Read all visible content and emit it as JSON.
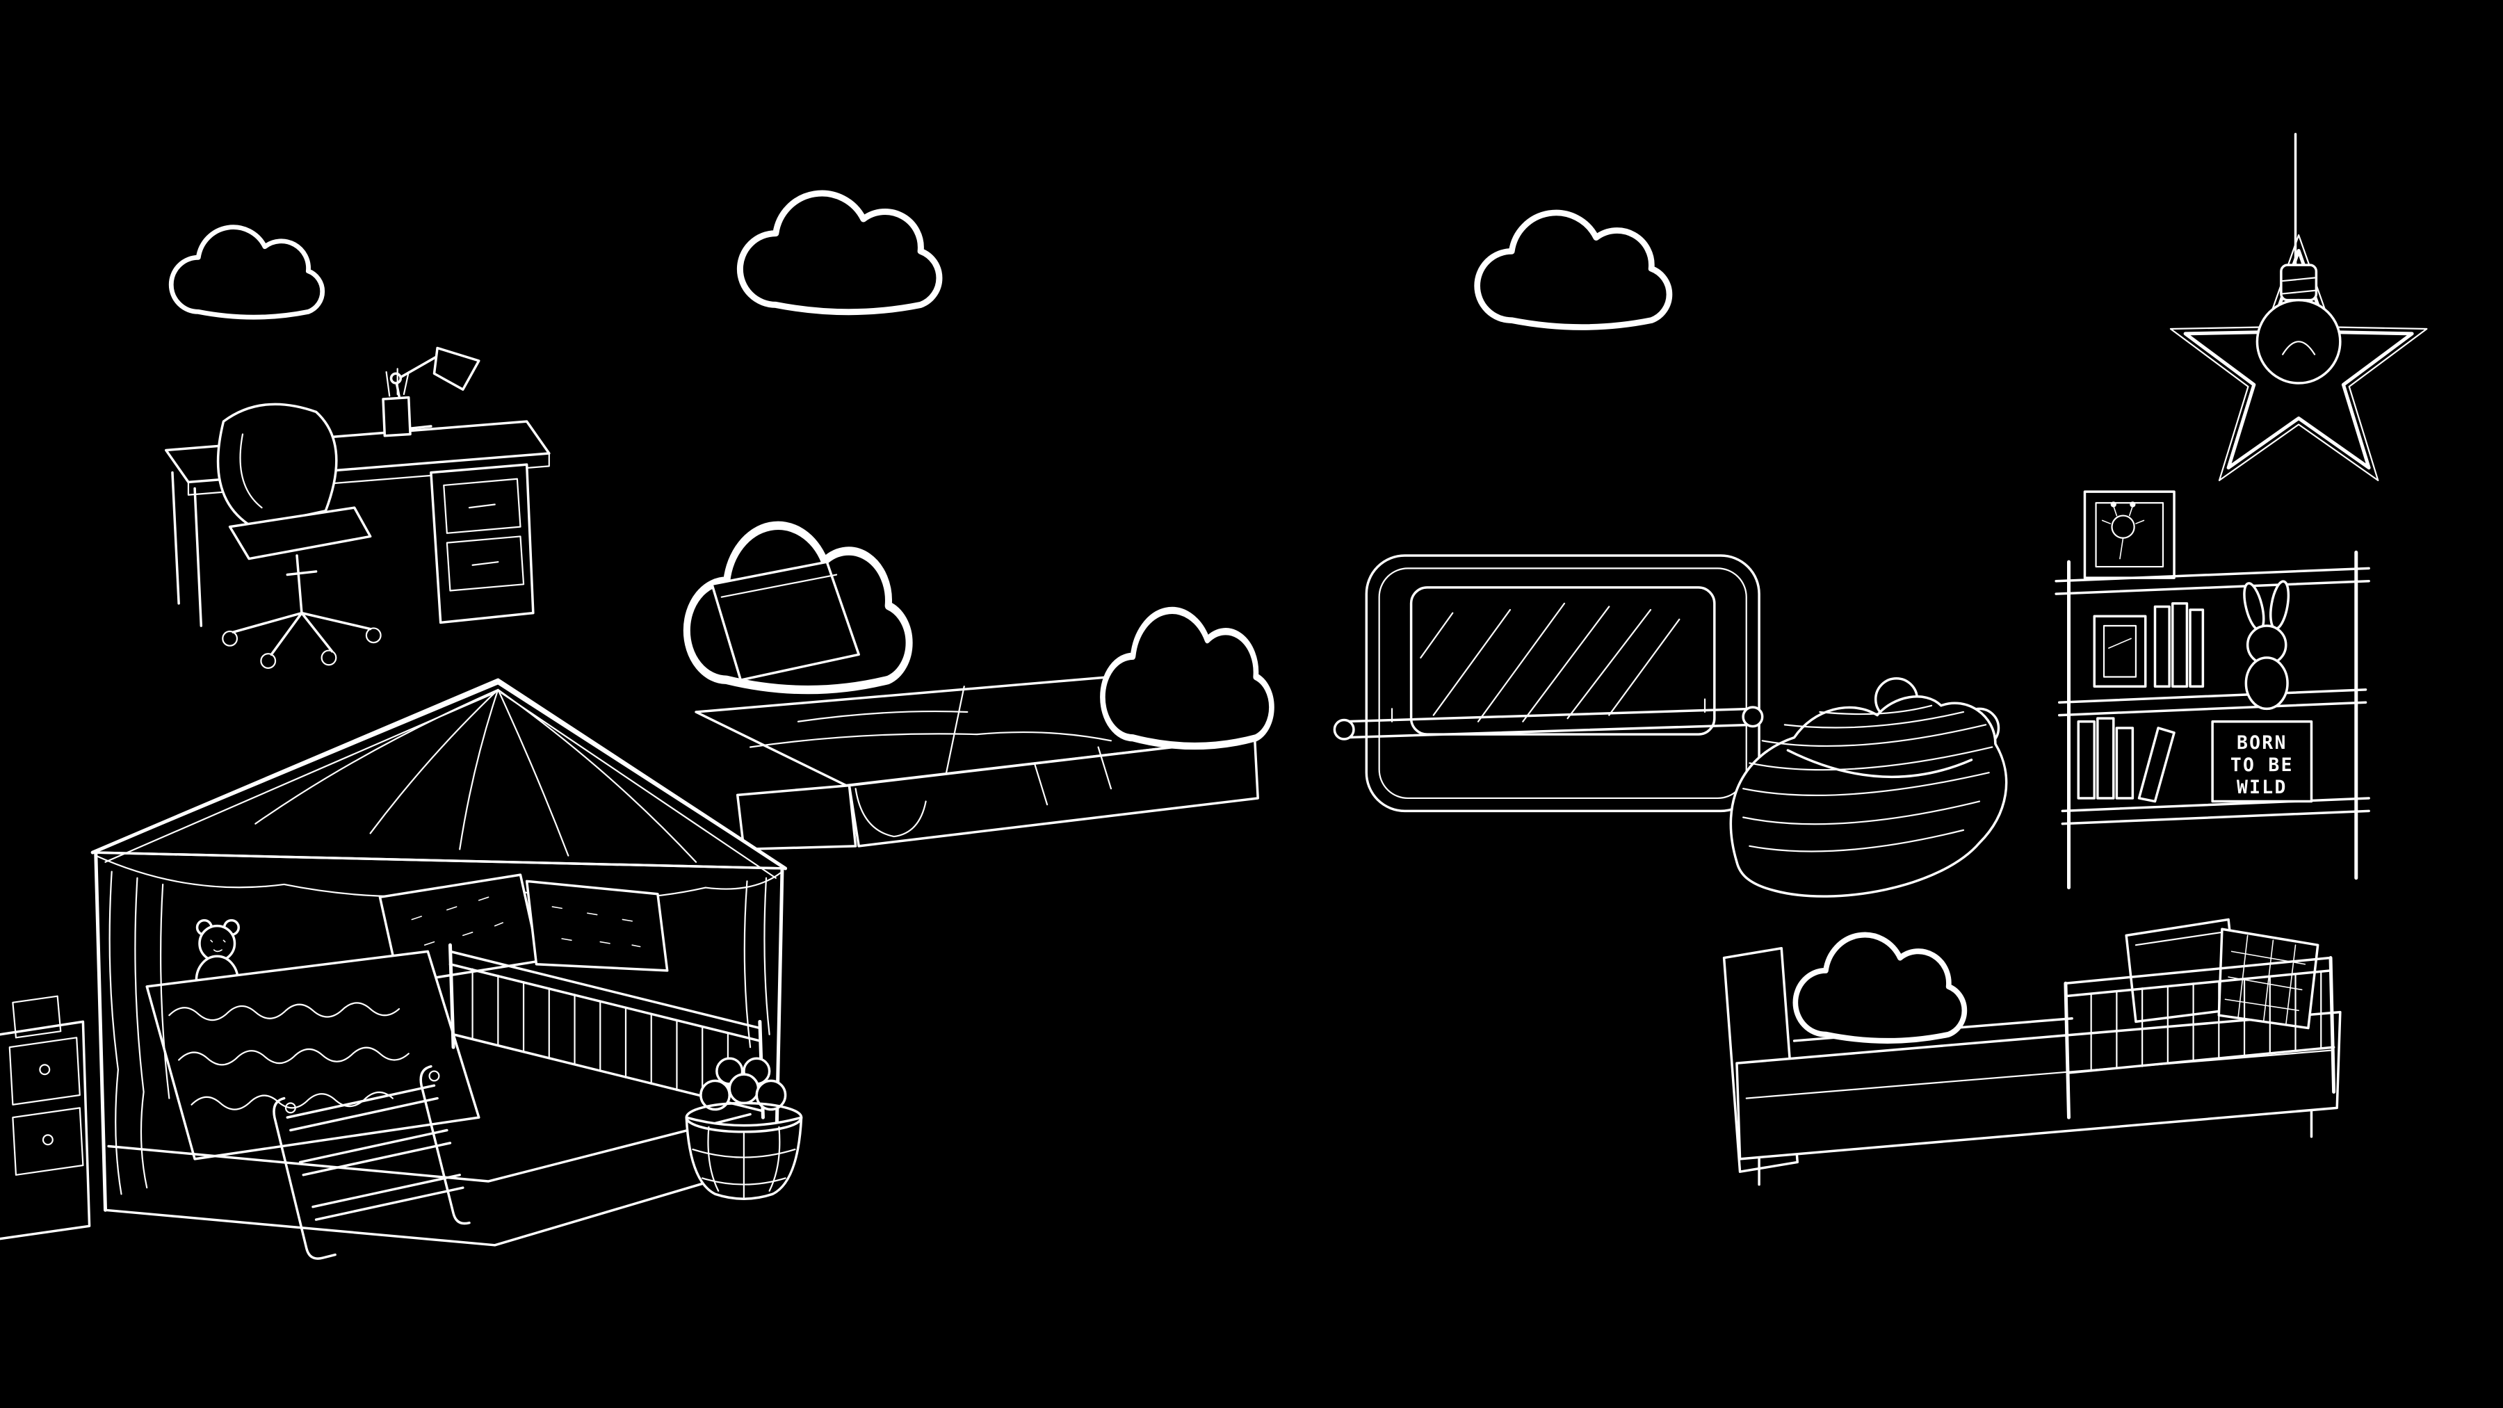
{
  "canvas": {
    "background": "#000000",
    "ink": "#ffffff"
  },
  "scene": {
    "style": "white chalk doodle line art on black background",
    "items": [
      {
        "label": "cloud"
      },
      {
        "label": "cloud"
      },
      {
        "label": "cloud"
      },
      {
        "label": "desk with articulated lamp and pencil cup"
      },
      {
        "label": "office swivel chair"
      },
      {
        "label": "bed with cloud-shaped headboard and footboard"
      },
      {
        "label": "house-frame canopy bed with guard rail, pillows, quilt and teddy bear"
      },
      {
        "label": "step ladder"
      },
      {
        "label": "toy basket with balls"
      },
      {
        "label": "small dresser (partially visible at left edge)"
      },
      {
        "label": "wall mirror with hanging rail"
      },
      {
        "label": "bear-shaped bean bag chair"
      },
      {
        "label": "star pendant lamp with light bulb"
      },
      {
        "label": "bookshelf with picture frames, books, bunny plush and framed sign"
      },
      {
        "label": "toddler bed with guard rail, cloud cushion and pillows"
      }
    ]
  },
  "shelf": {
    "sign_lines": [
      "BORN",
      "TO BE",
      "WILD"
    ]
  }
}
